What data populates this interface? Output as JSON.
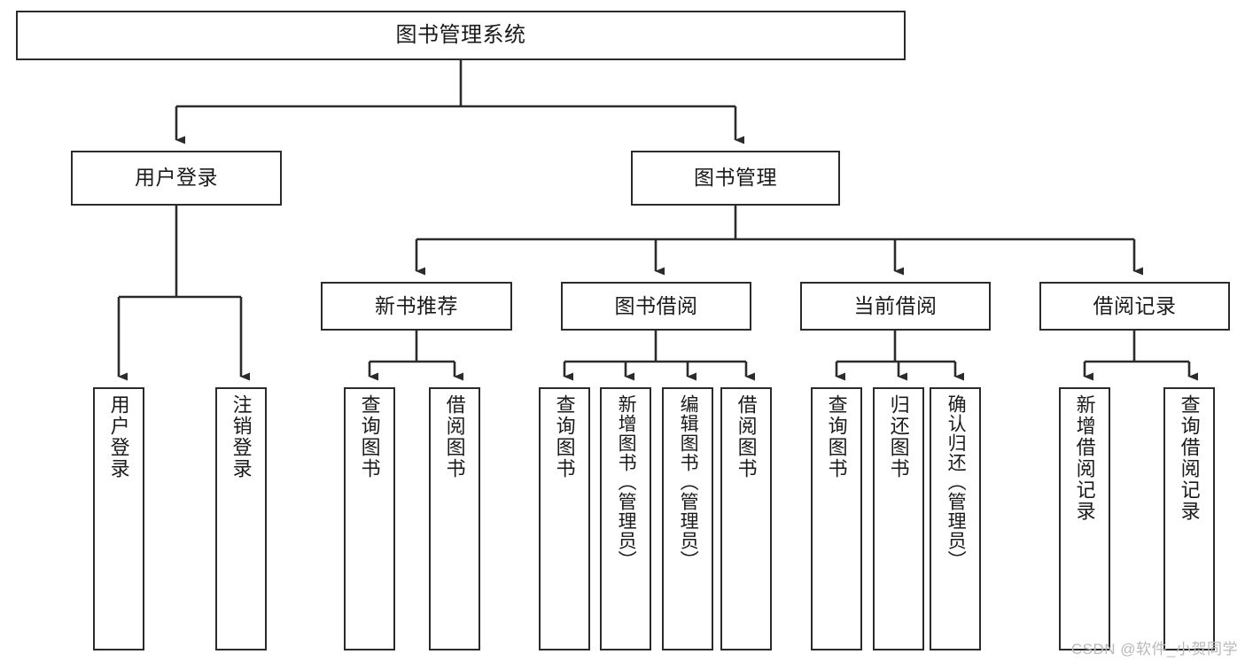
{
  "diagram": {
    "title": "图书管理系统",
    "type": "tree",
    "colors": {
      "background": "#ffffff",
      "node_border": "#2b2b2b",
      "node_fill": "#ffffff",
      "edge": "#2b2b2b",
      "text": "#1a1a1a",
      "watermark": "#b9b9b9"
    }
  },
  "nodes": {
    "root": {
      "label": "图书管理系统"
    },
    "level2": [
      {
        "label": "用户登录"
      },
      {
        "label": "图书管理"
      }
    ],
    "level3": [
      {
        "label": "新书推荐"
      },
      {
        "label": "图书借阅"
      },
      {
        "label": "当前借阅"
      },
      {
        "label": "借阅记录"
      }
    ],
    "leaves": {
      "user_login": [
        {
          "label": "用户登录"
        },
        {
          "label": "注销登录"
        }
      ],
      "new_book": [
        {
          "label": "查询图书"
        },
        {
          "label": "借阅图书"
        }
      ],
      "borrow_book": [
        {
          "label": "查询图书"
        },
        {
          "label": "新增图书（管理员）"
        },
        {
          "label": "编辑图书（管理员）"
        },
        {
          "label": "借阅图书"
        }
      ],
      "current_borrow": [
        {
          "label": "查询图书"
        },
        {
          "label": "归还图书"
        },
        {
          "label": "确认归还（管理员）"
        }
      ],
      "borrow_record": [
        {
          "label": "新增借阅记录"
        },
        {
          "label": "查询借阅记录"
        }
      ]
    }
  },
  "watermark": {
    "text": "CSDN @软件_小贺同学"
  }
}
